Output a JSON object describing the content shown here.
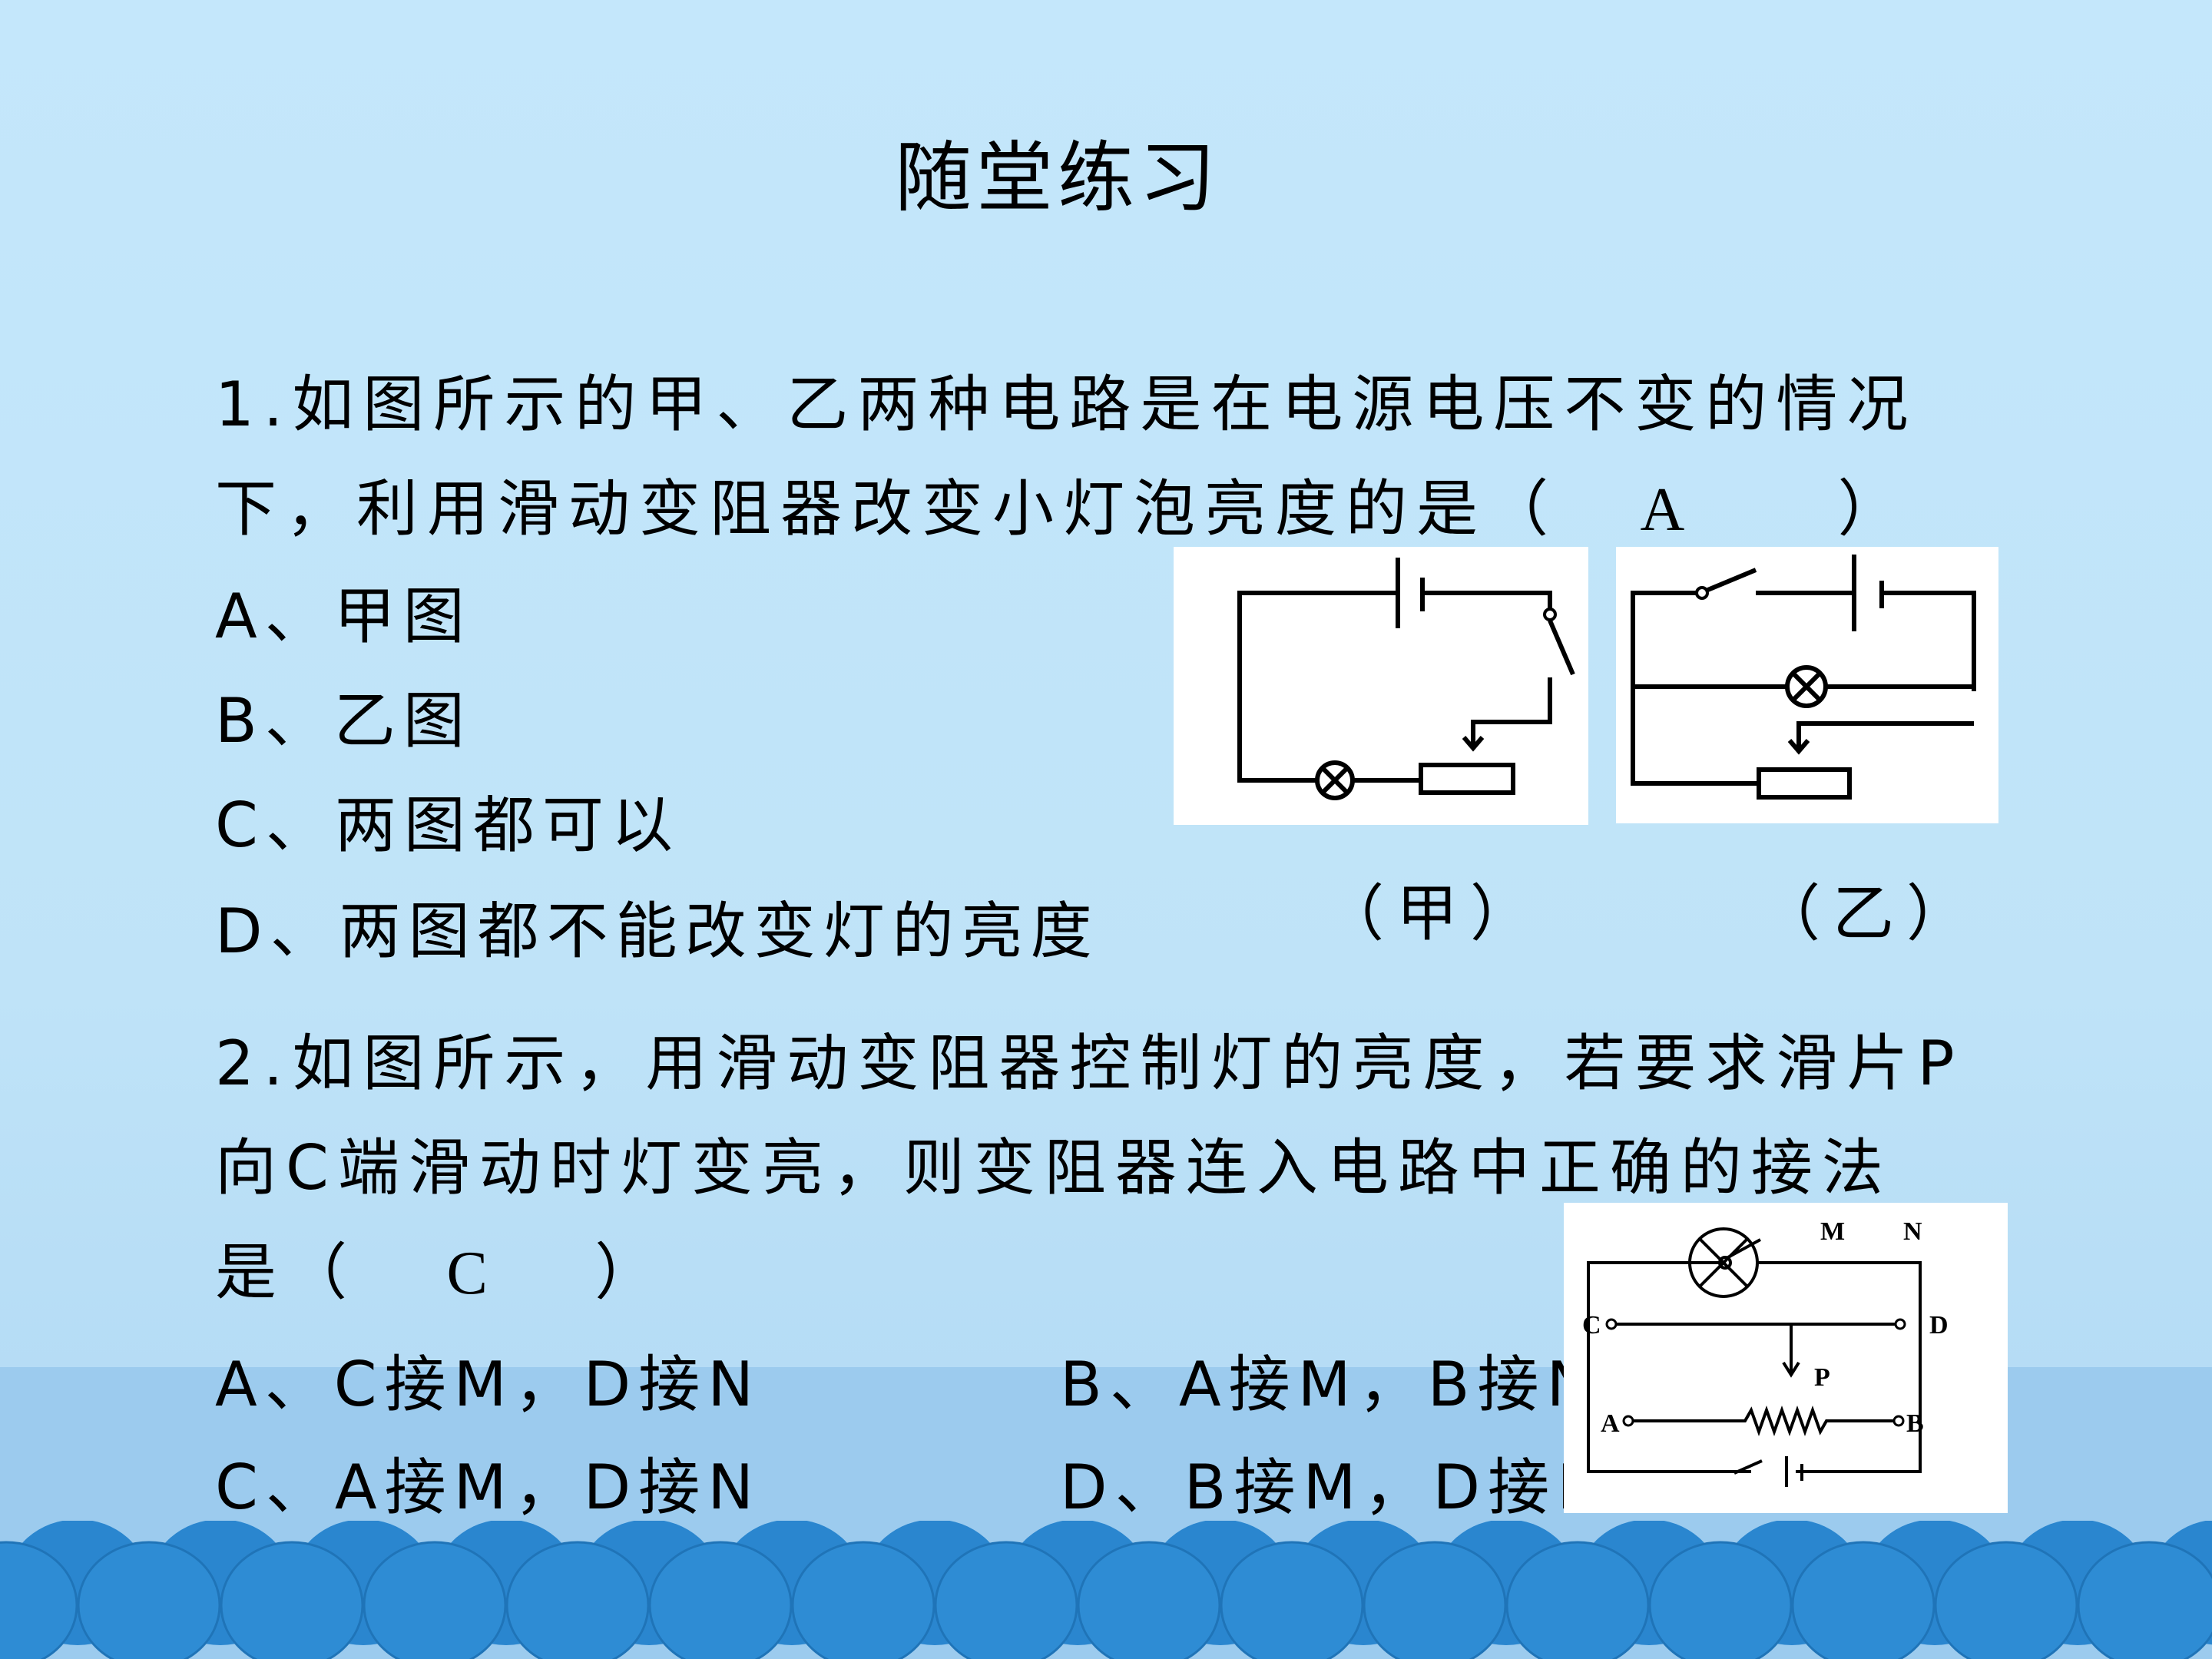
{
  "title": "随堂练习",
  "q1": {
    "line1": "1.如图所示的甲、乙两种电路是在电源电压不变的情况",
    "line2_pre": "下，利用滑动变阻器改变小灯泡亮度的是（",
    "answer": "A",
    "line2_post": "）",
    "options": [
      "A、甲图",
      "B、乙图",
      "C、两图都可以",
      "D、两图都不能改变灯的亮度"
    ],
    "caption_jia": "（甲）",
    "caption_yi": "（乙）"
  },
  "q2": {
    "line1": "2.如图所示，用滑动变阻器控制灯的亮度，若要求滑片P",
    "line2": "向C端滑动时灯变亮，则变阻器连入电路中正确的接法",
    "line3_pre": "是（",
    "answer": "C",
    "line3_post": "）",
    "options": [
      "A、C接M，D接N",
      "B、A接M，B接N",
      "C、A接M，D接N",
      "D、B接M，D接N"
    ],
    "figure_labels": {
      "M": "M",
      "N": "N",
      "C": "C",
      "D": "D",
      "P": "P",
      "A": "A",
      "B": "B"
    }
  },
  "colors": {
    "background": "#c4e7fb",
    "wave_light": "#9ccbee",
    "wave_dark": "#2a86cf"
  }
}
